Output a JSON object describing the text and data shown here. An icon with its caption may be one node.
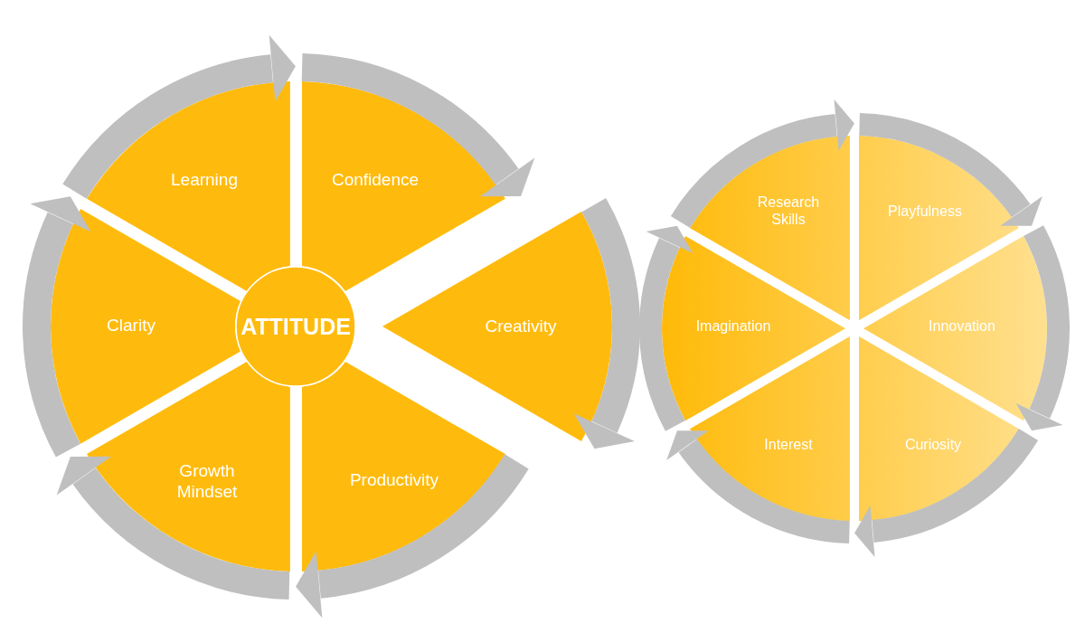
{
  "diagram": {
    "nodes": [
      {
        "text": [
          "Learning"
        ]
      },
      {
        "text": [
          "Confidence"
        ]
      },
      {
        "text": [
          "Creativity"
        ]
      },
      {
        "text": [
          "Productivity"
        ]
      },
      {
        "text": [
          "Growth Mindset"
        ]
      },
      {
        "text": [
          "Clarity"
        ]
      },
      {
        "text": [
          "ATTITUDE"
        ]
      },
      {
        "text": [
          "Research Skills"
        ]
      },
      {
        "text": [
          "Playfulness"
        ]
      },
      {
        "text": [
          "Innovation"
        ]
      },
      {
        "text": [
          "Curiosity"
        ]
      },
      {
        "text": [
          "Interest"
        ]
      },
      {
        "text": [
          "Imagination"
        ]
      }
    ],
    "edges": [
      {
        "from": 0,
        "to": 1,
        "arrow": "to"
      },
      {
        "from": 1,
        "to": 2,
        "arrow": "to"
      },
      {
        "from": 2,
        "to": 3,
        "arrow": "to"
      },
      {
        "from": 3,
        "to": 4,
        "arrow": "to"
      },
      {
        "from": 4,
        "to": 5,
        "arrow": "to"
      },
      {
        "from": 5,
        "to": 0,
        "arrow": "to"
      },
      {
        "from": 7,
        "to": 8,
        "arrow": "to"
      },
      {
        "from": 8,
        "to": 9,
        "arrow": "to"
      },
      {
        "from": 9,
        "to": 10,
        "arrow": "to"
      },
      {
        "from": 10,
        "to": 11,
        "arrow": "to"
      },
      {
        "from": 11,
        "to": 12,
        "arrow": "to"
      },
      {
        "from": 12,
        "to": 7,
        "arrow": "to"
      }
    ]
  }
}
